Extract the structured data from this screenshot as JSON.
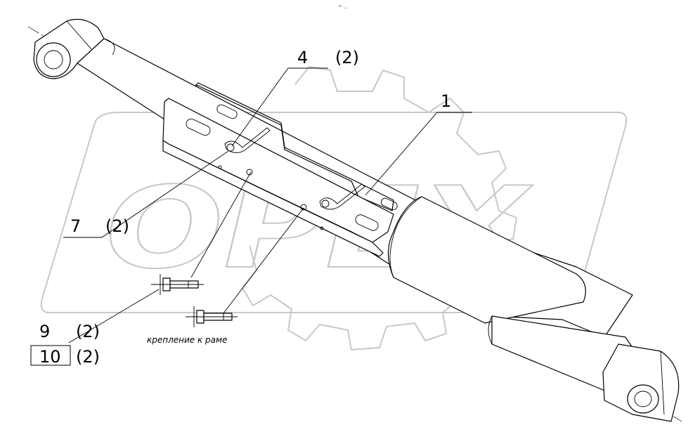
{
  "top_mark": "\"' ...",
  "watermark": "OPEX",
  "callouts": [
    {
      "number": "4",
      "qty": "(2)"
    },
    {
      "number": "1",
      "qty": ""
    },
    {
      "number": "7",
      "qty": "(2)"
    },
    {
      "number": "9",
      "qty": "(2)"
    },
    {
      "number": "10",
      "qty": "(2)"
    }
  ],
  "note": "крепление к раме"
}
